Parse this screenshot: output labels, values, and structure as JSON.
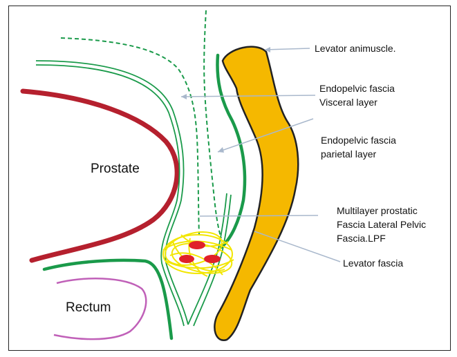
{
  "diagram": {
    "structures": {
      "prostate": "Prostate",
      "rectum": "Rectum"
    },
    "labels": {
      "levator_ani": "Levator animuscle.",
      "visceral_1": "Endopelvic fascia",
      "visceral_2": "Visceral layer",
      "parietal_1": "Endopelvic fascia",
      "parietal_2": "parietal layer",
      "lpf_1": "Multilayer prostatic",
      "lpf_2": "Fascia Lateral Pelvic",
      "lpf_3": "Fascia.LPF",
      "levator_fascia": "Levator fascia"
    },
    "colors": {
      "prostate": "#b5202e",
      "fascia": "#1a9a4a",
      "fascia_light": "#3aa876",
      "muscle": "#f5b800",
      "muscle_outline": "#222222",
      "nerve_mesh": "#f2e600",
      "vessel": "#e0202a",
      "rectum": "#c060b8",
      "pointer": "#a9b8cc"
    }
  }
}
